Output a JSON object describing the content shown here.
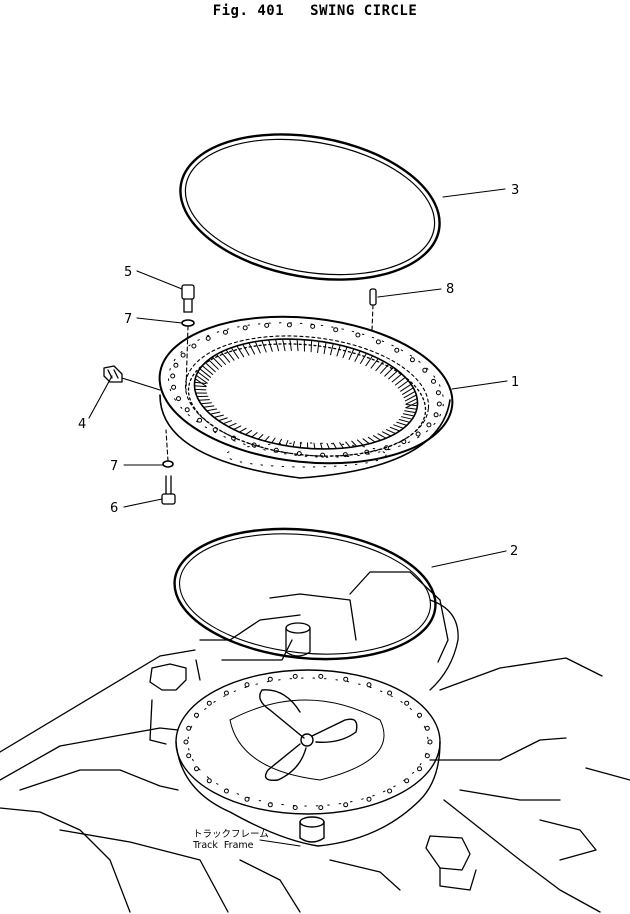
{
  "header": {
    "fig_number": "Fig. 401",
    "title": "SWING CIRCLE"
  },
  "callouts": [
    {
      "id": "1",
      "part": "swing-circle-bearing"
    },
    {
      "id": "2",
      "part": "lower-seal-ring"
    },
    {
      "id": "3",
      "part": "upper-seal-ring"
    },
    {
      "id": "4",
      "part": "grease-fitting"
    },
    {
      "id": "5",
      "part": "upper-bolt"
    },
    {
      "id": "6",
      "part": "lower-bolt"
    },
    {
      "id": "7",
      "part": "washer"
    },
    {
      "id": "8",
      "part": "dowel-pin"
    }
  ],
  "track_frame": {
    "label_jp": "トラックフレーム",
    "label_en": "Track  Frame"
  }
}
